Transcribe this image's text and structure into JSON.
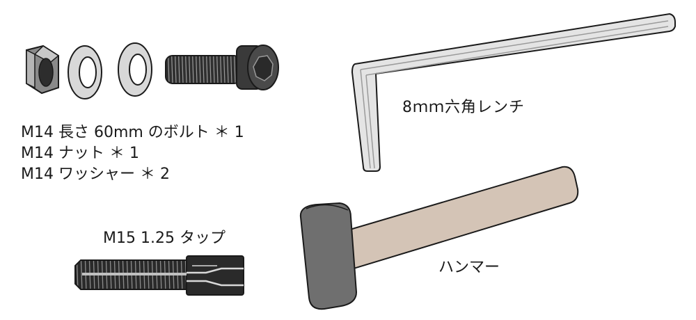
{
  "parts": {
    "bolt_line": "M14 長さ 60mm のボルト ＊ 1",
    "nut_line": "M14 ナット ＊ 1",
    "washer_line": "M14 ワッシャー ＊ 2"
  },
  "tools": {
    "tap_label": "M15 1.25 タップ",
    "wrench_label": "8ｍｍ六角レンチ",
    "hammer_label": "ハンマー"
  },
  "colors": {
    "outline": "#1a1a1a",
    "steel_dark": "#3a3a3a",
    "steel_mid": "#8a8a8a",
    "steel_light": "#d8d8d8",
    "wrench_body": "#e4e4e4",
    "hammer_head": "#6f6f6f",
    "hammer_handle": "#d4c4b6"
  },
  "icons": [
    "hex-nut-icon",
    "washer-icon",
    "washer-icon",
    "socket-head-bolt-icon",
    "hex-wrench-icon",
    "thread-tap-icon",
    "hammer-icon"
  ]
}
